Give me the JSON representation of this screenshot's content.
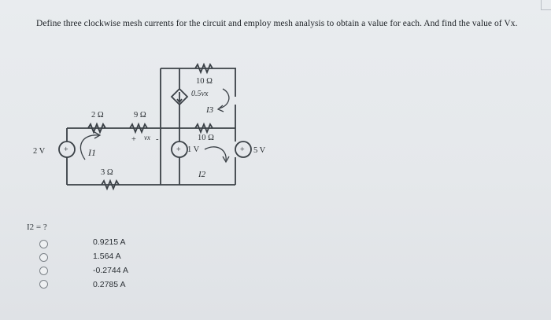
{
  "question": "Define three clockwise mesh currents for the circuit and employ mesh analysis to obtain a value for each. And find the value of Vx.",
  "prompt": "I2 = ?",
  "options": [
    {
      "label": "0.9215 A"
    },
    {
      "label": "1.564 A"
    },
    {
      "label": "-0.2744 A"
    },
    {
      "label": "0.2785 A"
    }
  ],
  "circuit": {
    "r_2": "2 Ω",
    "r_9": "9 Ω",
    "r_3": "3 Ω",
    "r_10_top": "10 Ω",
    "r_10_mid": "10 Ω",
    "dependent_source": "0.5vx",
    "source_2v": "2 V",
    "source_1v": "1 V",
    "source_5v": "5 V",
    "vx": "vx",
    "vx_plus": "+",
    "vx_minus": "-",
    "mesh_1": "I1",
    "mesh_2": "I2",
    "mesh_3": "I3"
  }
}
